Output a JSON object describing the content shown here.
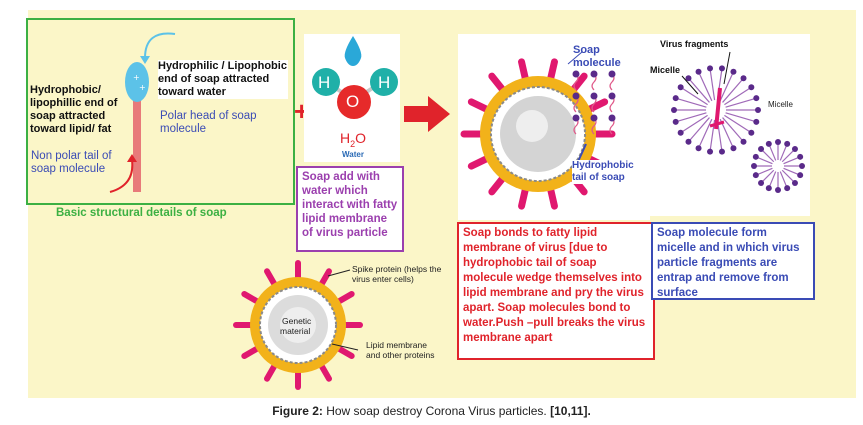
{
  "panel1": {
    "title": "Basic structural details of soap",
    "hydrophobic_label": "Hydrophobic/ lipophillic end of soap attracted toward lipid/ fat",
    "hydrophilic_label": "Hydrophilic / Lipophobic end of soap attracted toward water",
    "polar_head_label": "Polar head of soap molecule",
    "nonpolar_tail_label": "Non polar tail of soap molecule"
  },
  "water": {
    "atom_h1": "H",
    "atom_h2": "H",
    "atom_o": "O",
    "formula_h": "H",
    "formula_sub": "2",
    "formula_o": "O",
    "caption": "Water",
    "plus": "+"
  },
  "purple_box": {
    "text": "Soap add with water which interact with fatty lipid membrane of virus particle"
  },
  "panel3": {
    "soap_molecule_label": "Soap molecule",
    "hydrophobic_tail_label": "Hydrophobic tail of soap",
    "description": "Soap bonds to fatty lipid membrane of virus [due to hydrophobic tail of soap molecule wedge themselves into lipid membrane and pry the virus apart. Soap molecules bond to water.Push –pull breaks the virus membrane apart"
  },
  "panel4": {
    "virus_fragments_label": "Virus fragments",
    "micelle_label_1": "Micelle",
    "micelle_label_2": "Micelle",
    "description": "Soap molecule form micelle and in which virus particle fragments are entrap and remove from surface"
  },
  "virus": {
    "spike_label": "Spike protein (helps the virus enter cells)",
    "genetic_label_1": "Genetic",
    "genetic_label_2": "material",
    "lipid_label_1": "Lipid membrane",
    "lipid_label_2": "and other proteins"
  },
  "caption": {
    "prefix": "Figure 2:",
    "text": " How soap destroy Corona Virus particles. ",
    "refs": "[10,11]."
  },
  "colors": {
    "green": "#3cb043",
    "purple": "#9b3fae",
    "red": "#e0232b",
    "blue": "#3a4bb5",
    "spike": "#e0186f",
    "background_yellow": "#fbf6c8"
  }
}
